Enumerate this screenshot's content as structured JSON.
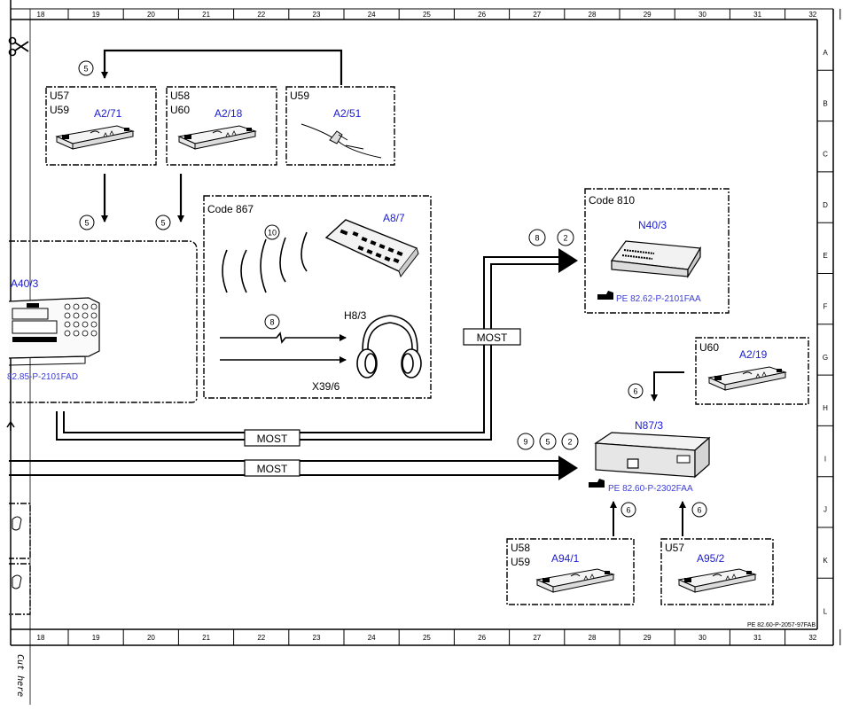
{
  "ruler": {
    "columns": [
      "18",
      "19",
      "20",
      "21",
      "22",
      "23",
      "24",
      "25",
      "26",
      "27",
      "28",
      "29",
      "30",
      "31",
      "32"
    ],
    "rows": [
      "A",
      "B",
      "C",
      "D",
      "E",
      "F",
      "G",
      "H",
      "I",
      "J",
      "K",
      "L"
    ]
  },
  "boxes": {
    "u57_u59": {
      "codes": [
        "U57",
        "U59"
      ],
      "component": "A2/71"
    },
    "u58_u60": {
      "codes": [
        "U58",
        "U60"
      ],
      "component": "A2/18"
    },
    "u59": {
      "codes": [
        "U59"
      ],
      "component": "A2/51"
    },
    "code867": {
      "title": "Code 867",
      "remote": "A8/7",
      "headphone": "H8/3",
      "connector": "X39/6"
    },
    "a40": {
      "component": "A40/3",
      "ref": "82.85-P-2101FAD"
    },
    "code810": {
      "title": "Code 810",
      "component": "N40/3",
      "ref": "PE 82.62-P-2101FAA"
    },
    "u60_a219": {
      "codes": [
        "U60"
      ],
      "component": "A2/19"
    },
    "n87": {
      "component": "N87/3",
      "ref": "PE 82.60-P-2302FAA"
    },
    "u58_u59_a941": {
      "codes": [
        "U58",
        "U59"
      ],
      "component": "A94/1"
    },
    "u57_a952": {
      "codes": [
        "U57"
      ],
      "component": "A95/2"
    }
  },
  "bus_labels": {
    "most_upper": "MOST",
    "most_mid": "MOST",
    "most_lower": "MOST"
  },
  "markers": {
    "top_loop": "5",
    "down_left": "5",
    "down_right": "5",
    "ir_remote": "10",
    "headphone_link": "8",
    "n40_a": "8",
    "n40_b": "2",
    "n87_a": "9",
    "n87_b": "5",
    "n87_c": "2",
    "a219_link": "6",
    "a941_link": "6",
    "a952_link": "6"
  },
  "footer": {
    "doc_id": "PE 82.60-P-2057-97FAB",
    "cut_text": "Cut here"
  },
  "icons": [
    "scissors-icon",
    "remote-control-icon",
    "headphones-icon",
    "pointing-hand-icon",
    "antenna-module-icon",
    "radio-unit-icon"
  ]
}
